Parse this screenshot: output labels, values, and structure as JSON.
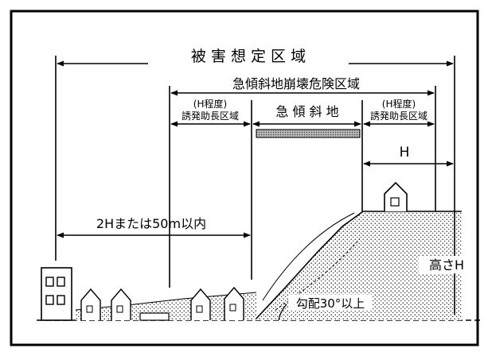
{
  "labels": {
    "damage_zone": "被 害 想 定 区 域",
    "hazard_zone": "急傾斜地崩壊危険区域",
    "left_buffer_note": "(H程度)",
    "left_buffer": "誘発助長区域",
    "steep_slope": "急 傾 斜 地",
    "right_buffer_note": "(H程度)",
    "right_buffer": "誘発助長区域",
    "h_label": "H",
    "distance": "2Hまたは50m以内",
    "height": "高さH",
    "gradient": "勾配30°以上"
  },
  "colors": {
    "line": "#000000",
    "background": "#ffffff",
    "hatch_bar": "#808080"
  }
}
